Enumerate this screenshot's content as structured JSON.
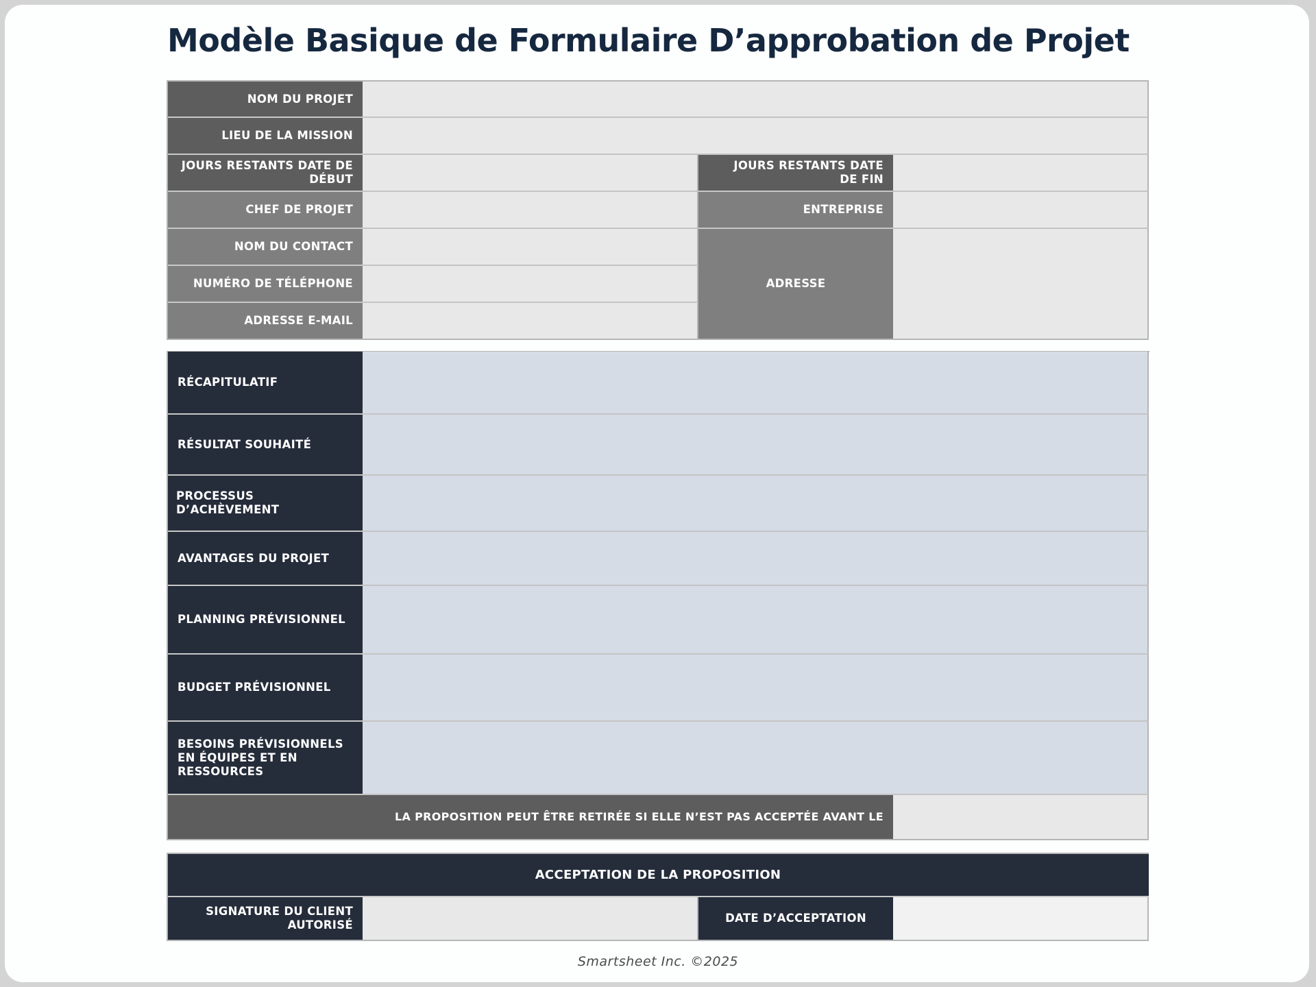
{
  "title": "Modèle Basique de Formulaire D’approbation de Projet",
  "project_info": {
    "project_name_label": "NOM DU PROJET",
    "project_name_value": "",
    "mission_location_label": "LIEU DE LA MISSION",
    "mission_location_value": "",
    "days_remaining_start_label": "JOURS RESTANTS DATE DE DÉBUT",
    "days_remaining_start_value": "",
    "days_remaining_end_label": "JOURS RESTANTS DATE DE FIN",
    "days_remaining_end_value": "",
    "project_manager_label": "CHEF DE PROJET",
    "project_manager_value": "",
    "company_label": "ENTREPRISE",
    "company_value": "",
    "contact_name_label": "NOM DU CONTACT",
    "contact_name_value": "",
    "phone_label": "NUMÉRO DE TÉLÉPHONE",
    "phone_value": "",
    "email_label": "ADRESSE E-MAIL",
    "email_value": "",
    "address_label": "ADRESSE",
    "address_value": ""
  },
  "details": [
    {
      "label": "RÉCAPITULATIF",
      "value": ""
    },
    {
      "label": "RÉSULTAT SOUHAITÉ",
      "value": ""
    },
    {
      "label": "PROCESSUS D’ACHÈVEMENT",
      "value": ""
    },
    {
      "label": "AVANTAGES DU PROJET",
      "value": ""
    },
    {
      "label": "PLANNING PRÉVISIONNEL",
      "value": ""
    },
    {
      "label": "BUDGET PRÉVISIONNEL",
      "value": ""
    },
    {
      "label": "BESOINS PRÉVISIONNELS EN ÉQUIPES ET EN RESSOURCES",
      "value": ""
    }
  ],
  "withdrawal": {
    "label": "LA PROPOSITION PEUT ÊTRE RETIRÉE SI ELLE N’EST PAS ACCEPTÉE AVANT LE",
    "value": ""
  },
  "acceptance": {
    "header": "ACCEPTATION DE LA PROPOSITION",
    "signature_label": "SIGNATURE DU CLIENT AUTORISÉ",
    "signature_value": "",
    "date_label": "DATE D’ACCEPTATION",
    "date_value": ""
  },
  "footer": "Smartsheet Inc. ©2025",
  "colors": {
    "title": "#15283f",
    "label_dark_gray": "#5d5d5d",
    "label_mid_gray": "#7f7f7f",
    "label_navy": "#252c3a",
    "field_gray": "#e8e8e9",
    "field_blue": "#d6dce6"
  }
}
